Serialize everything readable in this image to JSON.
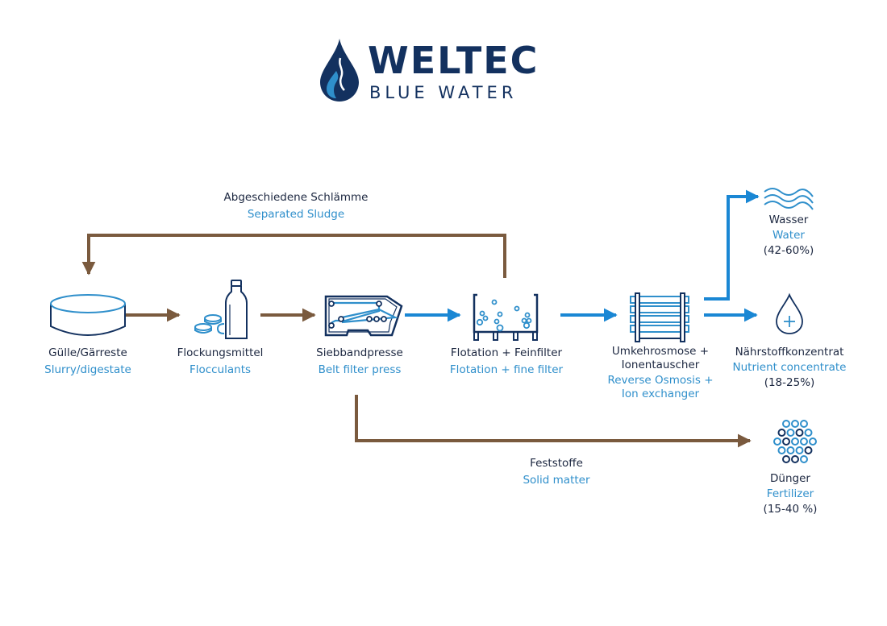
{
  "logo": {
    "brand": "WELTEC",
    "tagline": "BLUE WATER",
    "icon": "water-drop-icon"
  },
  "colors": {
    "navy": "#13315f",
    "blue": "#1a87d4",
    "brown": "#7a5a3e",
    "text_dark": "#1c2740",
    "text_blue": "#2f8fcb"
  },
  "steps": [
    {
      "id": "slurry",
      "de": "Gülle/Gärreste",
      "en": "Slurry/digestate",
      "icon": "tank-icon"
    },
    {
      "id": "flocculants",
      "de": "Flockungsmittel",
      "en": "Flocculants",
      "icon": "bottle-tablets-icon"
    },
    {
      "id": "belt-press",
      "de": "Siebbandpresse",
      "en": "Belt filter press",
      "icon": "belt-filter-press-icon"
    },
    {
      "id": "flotation",
      "de": "Flotation + Feinfilter",
      "en": "Flotation + fine filter",
      "icon": "flotation-tank-icon"
    },
    {
      "id": "reverse-osmosis",
      "de": "Umkehrosmose +",
      "de2": "Ionentauscher",
      "en": "Reverse Osmosis +",
      "en2": "Ion exchanger",
      "icon": "membrane-module-icon"
    }
  ],
  "outputs": [
    {
      "id": "water",
      "de": "Wasser",
      "en": "Water",
      "share": "(42-60%)",
      "icon": "water-waves-icon"
    },
    {
      "id": "nutrient",
      "de": "Nährstoffkonzentrat",
      "en": "Nutrient concentrate",
      "share": "(18-25%)",
      "icon": "drop-plus-icon"
    },
    {
      "id": "fertilizer",
      "de": "Dünger",
      "en": "Fertilizer",
      "share": "(15-40 %)",
      "icon": "granules-icon"
    }
  ],
  "flows": {
    "sludge": {
      "de": "Abgeschiedene Schlämme",
      "en": "Separated Sludge"
    },
    "solids": {
      "de": "Feststoffe",
      "en": "Solid matter"
    }
  }
}
